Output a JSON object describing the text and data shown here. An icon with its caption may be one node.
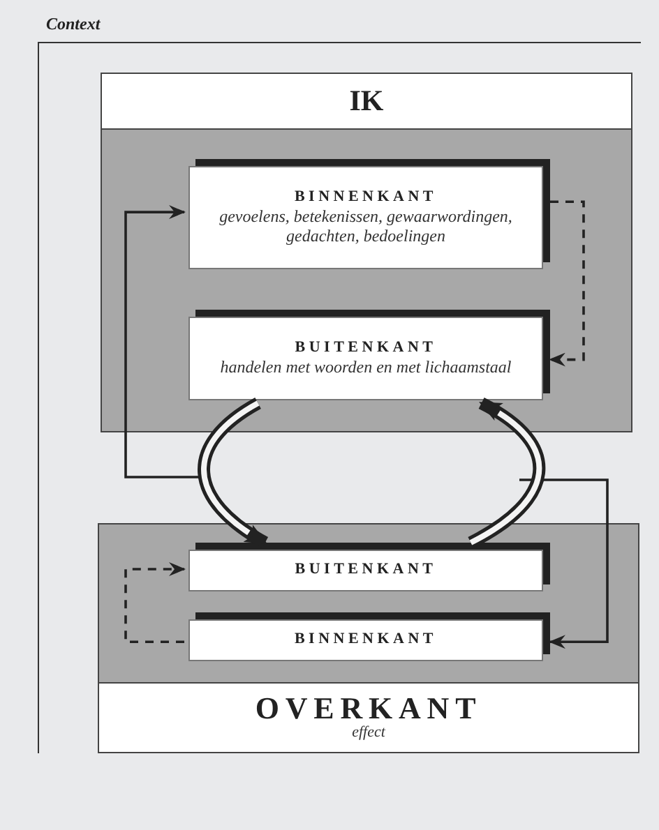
{
  "diagram": {
    "nodes": [
      {
        "text": [
          "Context"
        ]
      },
      {
        "text": [
          "IK"
        ],
        "in": 0
      },
      {
        "text": [
          "BINNENKANT",
          "gevoelens, betekenissen, gewaarwordingen, gedachten, bedoelingen"
        ],
        "in": 1
      },
      {
        "text": [
          "BUITENKANT",
          "handelen met woorden en met lichaamstaal"
        ],
        "in": 1
      },
      {
        "text": [
          "OVERKANT",
          "effect"
        ],
        "in": 0
      },
      {
        "text": [
          "BUITENKANT"
        ],
        "in": 4
      },
      {
        "text": [
          "BINNENKANT"
        ],
        "in": 4
      }
    ],
    "edges": [
      {
        "from": 2,
        "to": 3,
        "arrow": "to",
        "style": "dashed"
      },
      {
        "from": null,
        "to": 2,
        "arrow": "to"
      },
      {
        "from": null,
        "to": 6,
        "arrow": "to"
      },
      {
        "from": 6,
        "to": 5,
        "arrow": "to",
        "style": "dashed"
      },
      {
        "from": 3,
        "to": 5,
        "arrow": "to",
        "style": "thick"
      },
      {
        "from": 5,
        "to": 3,
        "arrow": "to",
        "style": "thick"
      }
    ]
  }
}
